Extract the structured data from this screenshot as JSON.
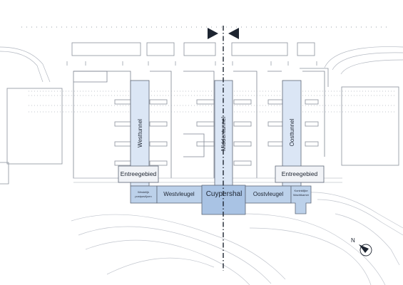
{
  "labels": {
    "westtunnel": "Westtunnel",
    "middentunnel": "Middentunnel",
    "oosttunnel": "Oosttunnel",
    "entree_west": "Entreegebied",
    "entree_oost": "Entreegebied",
    "westvleugel": "Westvleugel",
    "cuypershal": "Cuypershal",
    "oostvleugel": "Oostvleugel",
    "small_west": [
      "Westelijk",
      "postpaviljoen"
    ],
    "small_oost": [
      "Koninklijke",
      "Wachtkamer"
    ],
    "north": "N"
  },
  "colors": {
    "tunnel_fill": "#dbe6f5",
    "hall_fill": "#bcd1ea",
    "hall_dark": "#a9c3e4",
    "entree_fill": "#f1f3f7",
    "outline": "#5e6777",
    "faint": "#b9bec7"
  },
  "icons": [
    "arrow-right-icon",
    "arrow-left-icon",
    "compass-icon"
  ]
}
